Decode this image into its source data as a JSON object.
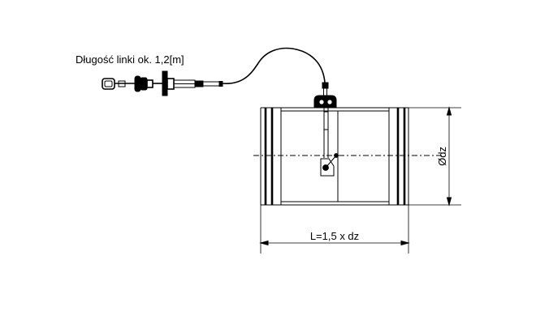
{
  "labels": {
    "cable_length": "Długość linki ok. 1,2[m]",
    "length_dimension": "L=1,5 x dz",
    "diameter_dimension": "Ødz"
  }
}
